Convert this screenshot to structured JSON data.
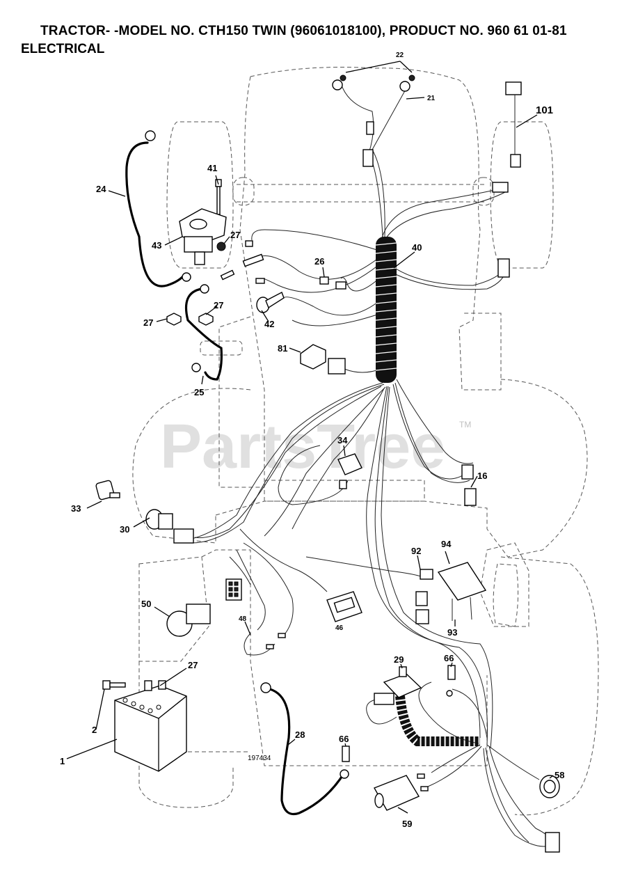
{
  "header": {
    "title": "TRACTOR- -MODEL NO. CTH150 TWIN (96061018100), PRODUCT NO. 960 61 01-81",
    "section": "ELECTRICAL"
  },
  "watermark": {
    "text": "PartsTree",
    "trademark": "TM"
  },
  "drawing_number": "197434",
  "callouts": {
    "c1": "1",
    "c2": "2",
    "c16": "16",
    "c21": "21",
    "c22": "22",
    "c24": "24",
    "c25": "25",
    "c26": "26",
    "c27a": "27",
    "c27b": "27",
    "c27c": "27",
    "c27d": "27",
    "c28": "28",
    "c29": "29",
    "c30": "30",
    "c33": "33",
    "c34": "34",
    "c40": "40",
    "c41": "41",
    "c42": "42",
    "c43": "43",
    "c46": "46",
    "c48": "48",
    "c50": "50",
    "c58": "58",
    "c59": "59",
    "c66a": "66",
    "c66b": "66",
    "c81": "81",
    "c92": "92",
    "c93": "93",
    "c94": "94",
    "c101": "101"
  },
  "colors": {
    "ink": "#000000",
    "watermark": "#c8c8c8",
    "background": "#ffffff"
  }
}
